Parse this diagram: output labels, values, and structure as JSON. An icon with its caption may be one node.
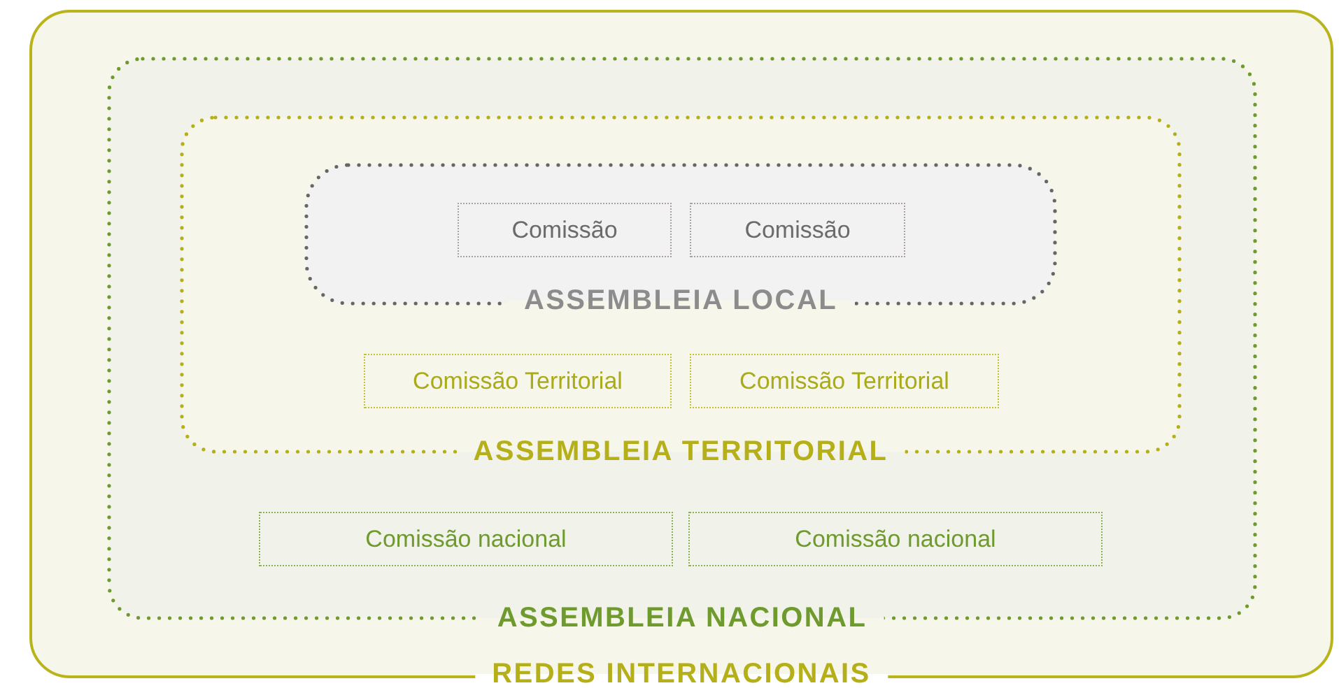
{
  "diagram": {
    "nodes": [
      {
        "text": [
          "REDES INTERNACIONAIS"
        ]
      },
      {
        "text": [
          "ASSEMBLEIA NACIONAL"
        ],
        "in": 0
      },
      {
        "text": [
          "ASSEMBLEIA TERRITORIAL"
        ],
        "in": 1
      },
      {
        "text": [
          "ASSEMBLEIA LOCAL"
        ],
        "in": 2
      },
      {
        "text": [
          "Comissão"
        ],
        "in": 3
      },
      {
        "text": [
          "Comissão"
        ],
        "in": 3
      },
      {
        "text": [
          "Comissão Territorial"
        ],
        "in": 2
      },
      {
        "text": [
          "Comissão Territorial"
        ],
        "in": 2
      },
      {
        "text": [
          "Comissão nacional"
        ],
        "in": 1
      },
      {
        "text": [
          "Comissão nacional"
        ],
        "in": 1
      }
    ]
  }
}
